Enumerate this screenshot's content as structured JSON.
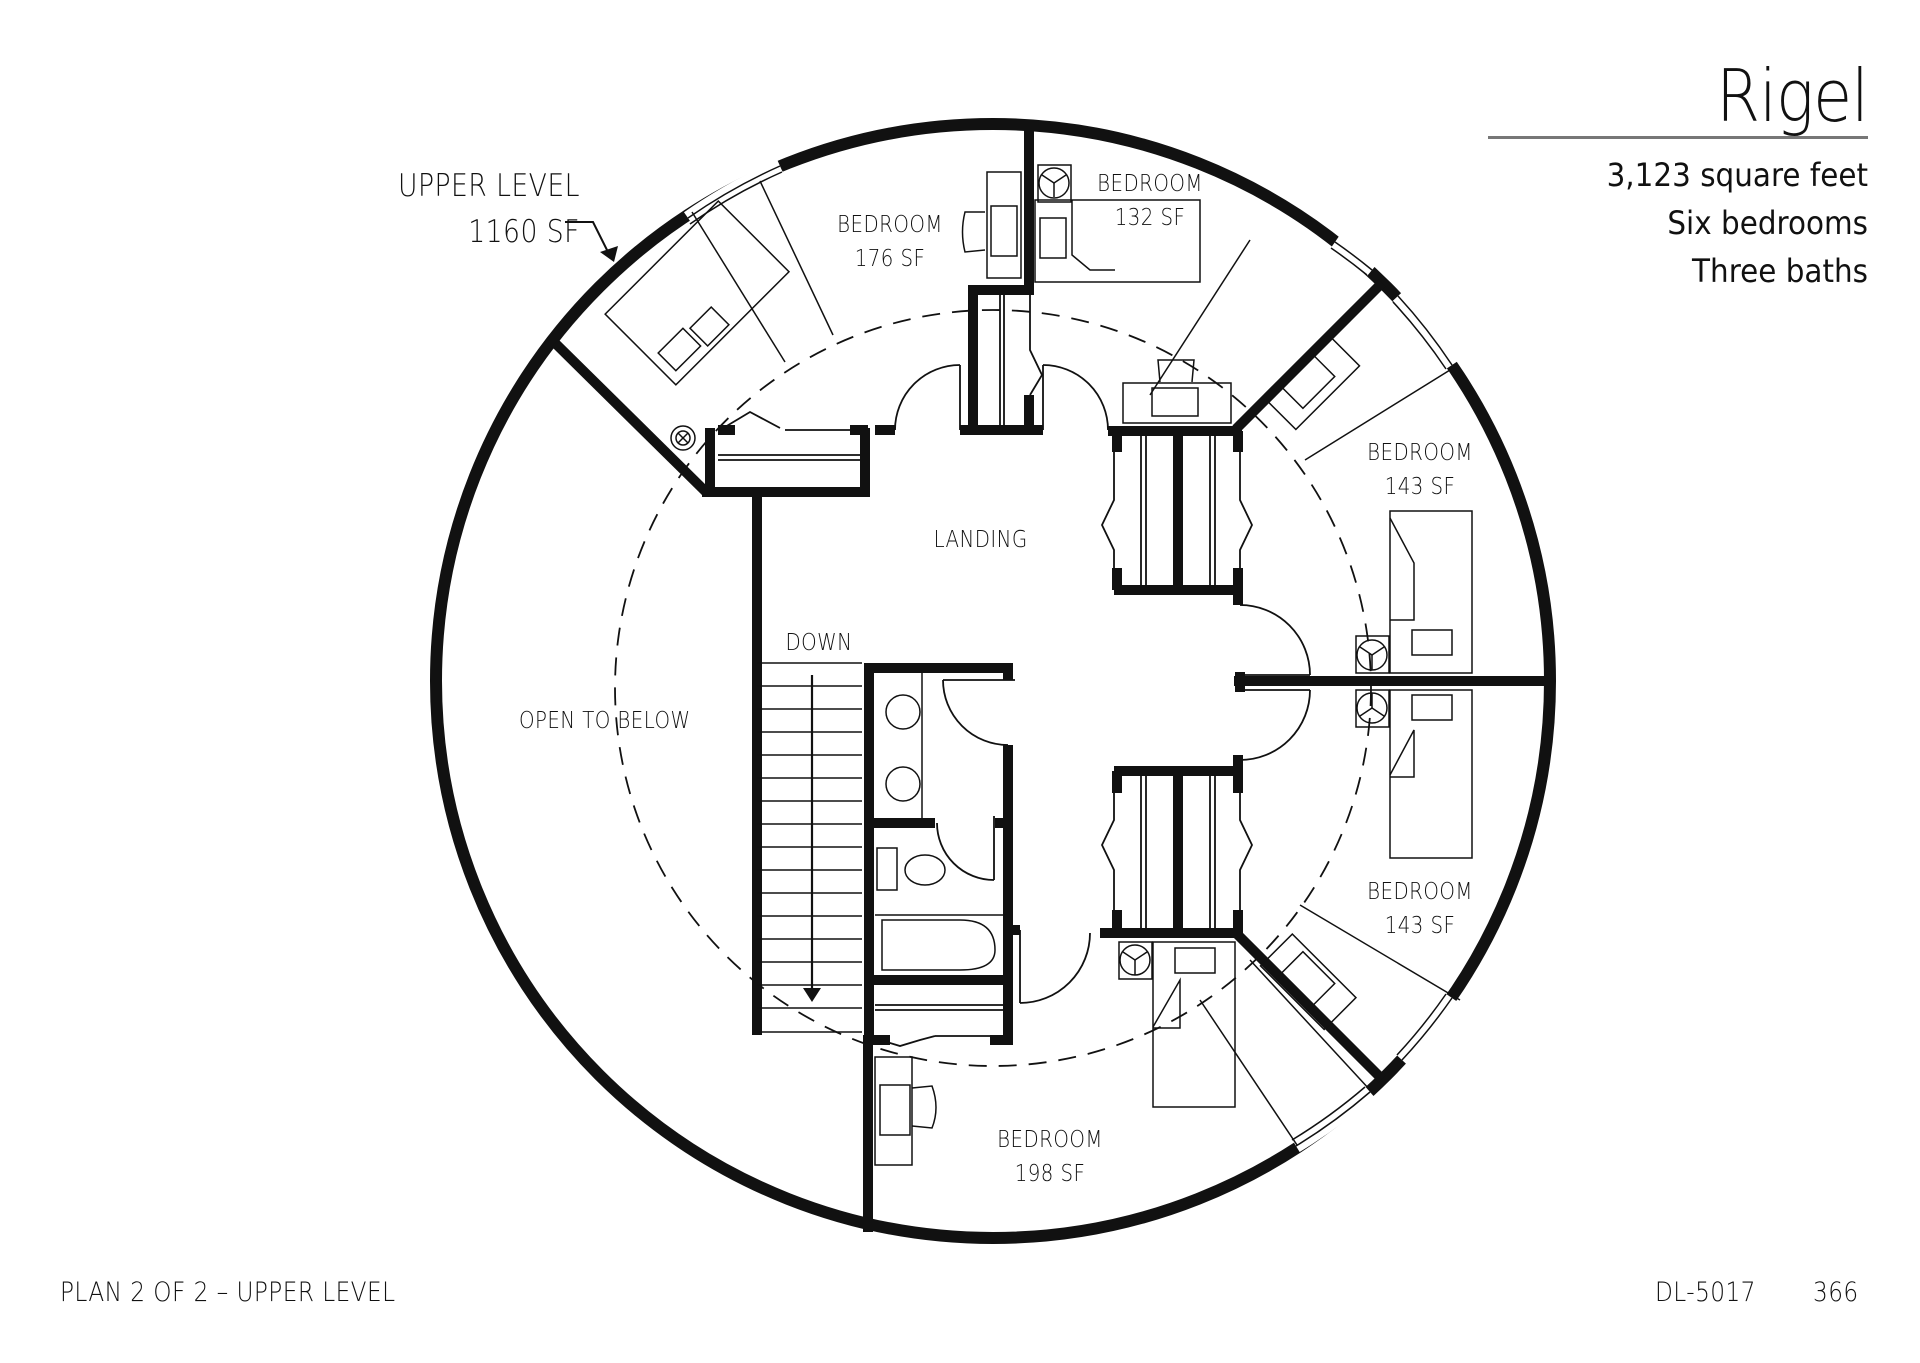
{
  "title_block": {
    "model_name": "Rigel",
    "square_feet": "3,123 square feet",
    "bedrooms": "Six bedrooms",
    "baths": "Three baths"
  },
  "level_callout": {
    "line1": "UPPER LEVEL",
    "line2": "1160 SF"
  },
  "rooms": [
    {
      "name": "BEDROOM",
      "area": "176 SF"
    },
    {
      "name": "BEDROOM",
      "area": "132 SF"
    },
    {
      "name": "BEDROOM",
      "area": "143 SF"
    },
    {
      "name": "BEDROOM",
      "area": "143 SF"
    },
    {
      "name": "BEDROOM",
      "area": "198 SF"
    }
  ],
  "labels": {
    "landing": "LANDING",
    "down": "DOWN",
    "open_to_below": "OPEN TO BELOW"
  },
  "footer": {
    "plan_label": "PLAN 2 OF 2 – UPPER LEVEL",
    "drawing_number": "DL-5017",
    "page_number": "366"
  },
  "colors": {
    "ink": "#111111",
    "rule": "#777777",
    "background": "#ffffff"
  }
}
